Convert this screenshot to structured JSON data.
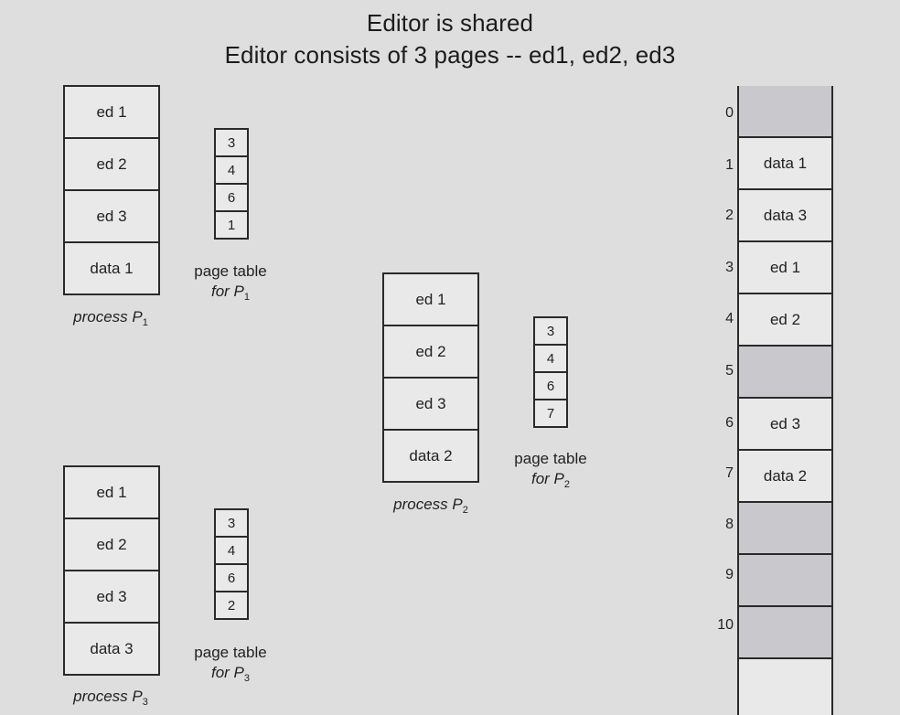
{
  "title_line1": "Editor is shared",
  "title_line2": "Editor  consists of 3 pages --  ed1, ed2, ed3",
  "processes": [
    {
      "pages": [
        "ed 1",
        "ed 2",
        "ed 3",
        "data 1"
      ],
      "label": "process P",
      "subscript": "1",
      "page_table": {
        "entries": [
          "3",
          "4",
          "6",
          "1"
        ],
        "label": "page table",
        "label2": "for P",
        "subscript": "1"
      }
    },
    {
      "pages": [
        "ed 1",
        "ed 2",
        "ed 3",
        "data 2"
      ],
      "label": "process P",
      "subscript": "2",
      "page_table": {
        "entries": [
          "3",
          "4",
          "6",
          "7"
        ],
        "label": "page table",
        "label2": "for P",
        "subscript": "2"
      }
    },
    {
      "pages": [
        "ed 1",
        "ed 2",
        "ed 3",
        "data 3"
      ],
      "label": "process P",
      "subscript": "3",
      "page_table": {
        "entries": [
          "3",
          "4",
          "6",
          "2"
        ],
        "label": "page table",
        "label2": "for P",
        "subscript": "3"
      }
    }
  ],
  "memory": {
    "frame_numbers": [
      "0",
      "1",
      "2",
      "3",
      "4",
      "5",
      "6",
      "7",
      "8",
      "9",
      "10"
    ],
    "frames": [
      "",
      "data 1",
      "data 3",
      "ed 1",
      "ed 2",
      "",
      "ed 3",
      "data 2",
      "",
      "",
      ""
    ],
    "fill_used": "#e9e9e9",
    "fill_free": "#c9c9cd"
  }
}
